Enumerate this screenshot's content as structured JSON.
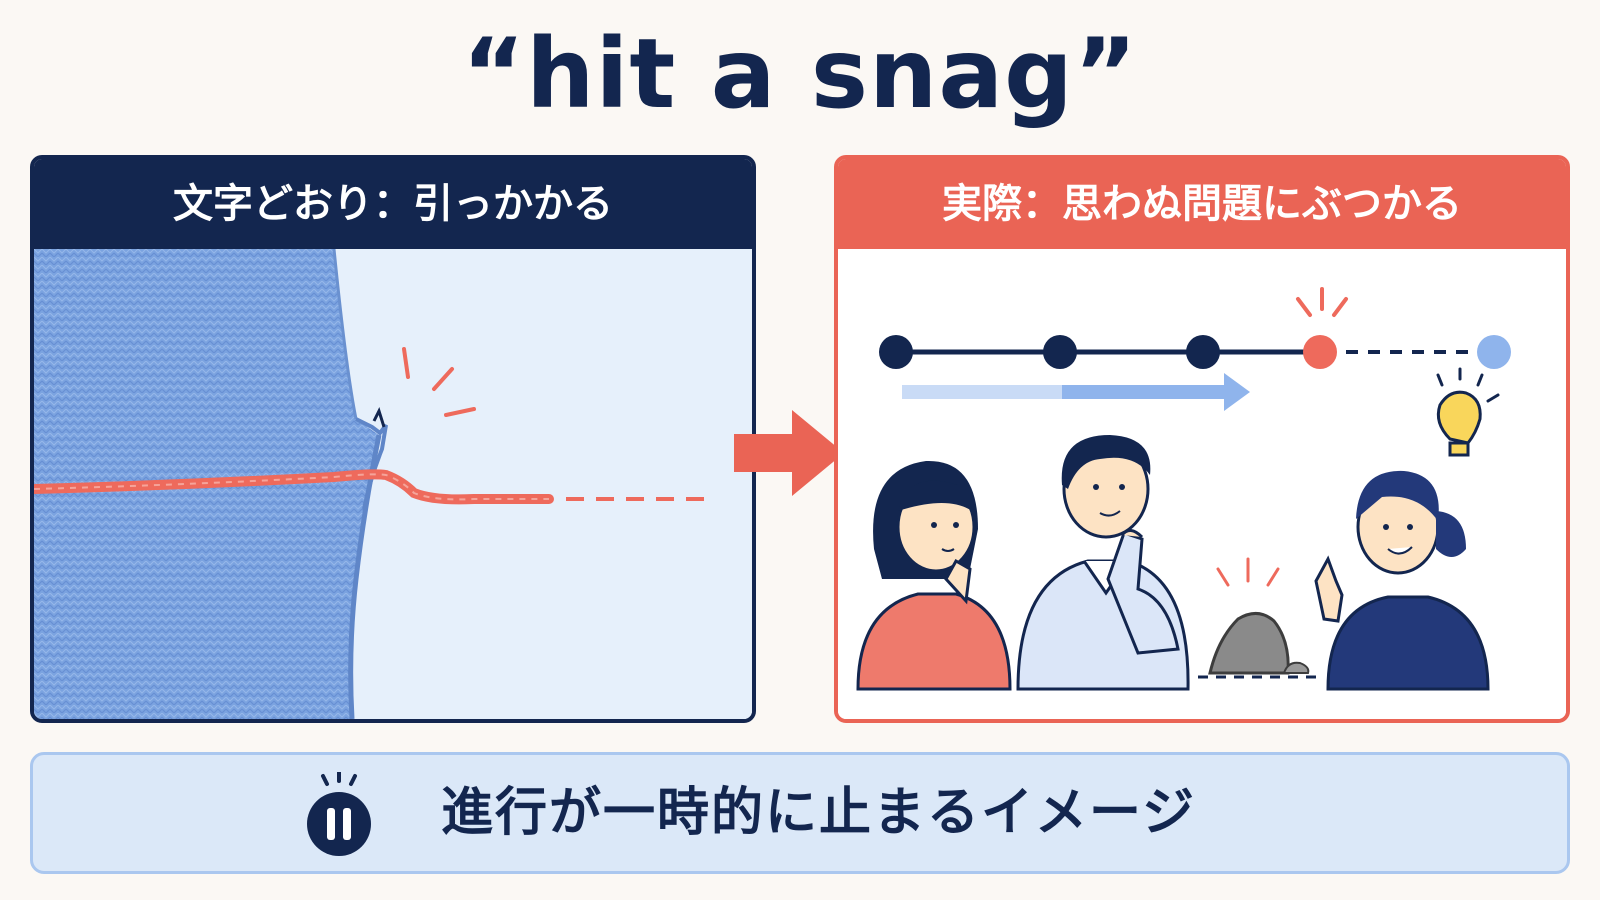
{
  "title": "“hit a snag”",
  "left_panel": {
    "heading": "文字どおり：引っかかる",
    "colors": {
      "header": "#13264f",
      "background": "#e6f0fb",
      "knit": "#7ba3e0",
      "thread": "#ee6a5c"
    },
    "illustration": "knit-fabric-thread-snag"
  },
  "right_panel": {
    "heading": "実際：思わぬ問題にぶつかる",
    "colors": {
      "header": "#ea6455",
      "timeline": "#13264f",
      "snag_point": "#ee6a5c",
      "future_point": "#8fb4ec"
    },
    "illustration": "team-progress-timeline-rock"
  },
  "bottom": {
    "caption": "進行が一時的に止まるイメージ",
    "icon": "pause-icon"
  },
  "colors": {
    "navy": "#13264f",
    "coral": "#ea6455",
    "page_bg": "#fbf8f4",
    "bar_bg": "#dbe8f8"
  }
}
